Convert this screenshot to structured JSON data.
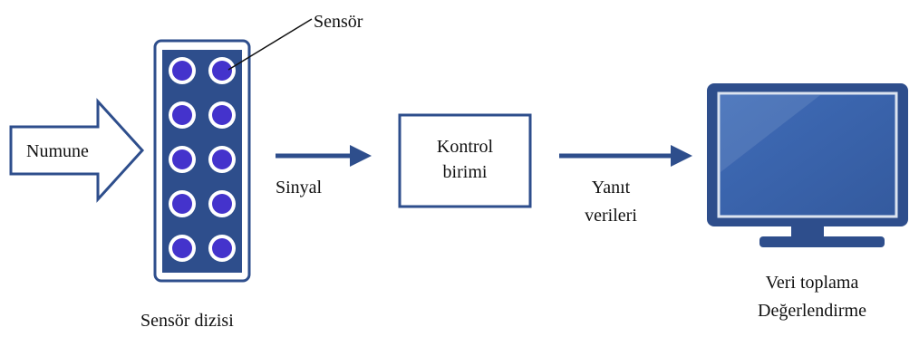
{
  "labels": {
    "sensor": "Sensör",
    "sample": "Numune",
    "signal": "Sinyal",
    "control_line1": "Kontrol",
    "control_line2": "birimi",
    "response_line1": "Yanıt",
    "response_line2": "verileri",
    "sensor_array": "Sensör dizisi",
    "output_line1": "Veri toplama",
    "output_line2": "Değerlendirme"
  },
  "colors": {
    "primary": "#2E4E8C",
    "sensor_fill": "#4433CC",
    "sensor_ring": "#FFFFFF",
    "monitor_screen": "#3A62A8",
    "text": "#111111"
  },
  "sensor_grid": {
    "rows": 5,
    "cols": 2
  }
}
